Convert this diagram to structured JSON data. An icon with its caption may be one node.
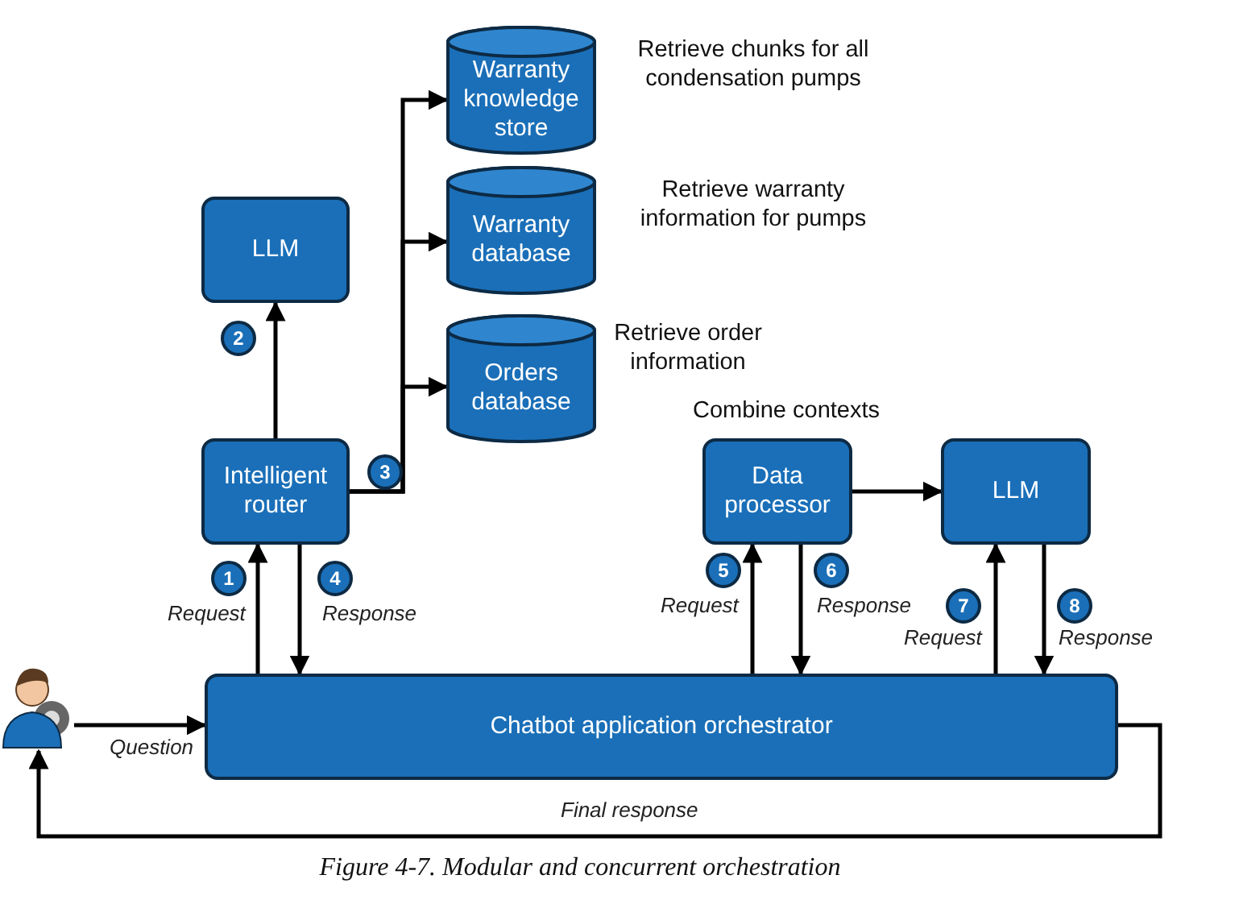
{
  "diagram": {
    "caption": "Figure 4-7. Modular and concurrent orchestration",
    "nodes": [
      {
        "text": [],
        "shape": "person"
      },
      {
        "text": [
          "LLM"
        ]
      },
      {
        "text": [
          "Intelligent router"
        ]
      },
      {
        "text": [
          "Warranty knowledge store"
        ],
        "beside": [
          "Retrieve chunks for all condensation pumps"
        ]
      },
      {
        "text": [
          "Warranty database"
        ],
        "beside": [
          "Retrieve warranty information for pumps"
        ]
      },
      {
        "text": [
          "Orders database"
        ],
        "beside": [
          "Retrieve order information"
        ]
      },
      {
        "text": [
          "Data processor"
        ],
        "beside": [
          "Combine contexts"
        ]
      },
      {
        "text": [
          "LLM"
        ]
      },
      {
        "text": [
          "Chatbot application orchestrator"
        ]
      }
    ],
    "edges": [
      {
        "from": 0,
        "to": 8,
        "arrow": "to",
        "label": "Question"
      },
      {
        "from": 8,
        "to": 2,
        "arrow": "to",
        "label": "Request"
      },
      {
        "from": 2,
        "to": 1,
        "arrow": "to"
      },
      {
        "from": 2,
        "to": 3,
        "arrow": "to"
      },
      {
        "from": 2,
        "to": 4,
        "arrow": "to"
      },
      {
        "from": 2,
        "to": 5,
        "arrow": "to"
      },
      {
        "from": 2,
        "to": 8,
        "arrow": "to",
        "label": "Response"
      },
      {
        "from": 8,
        "to": 6,
        "arrow": "to",
        "label": "Request"
      },
      {
        "from": 6,
        "to": 8,
        "arrow": "to",
        "label": "Response"
      },
      {
        "from": 6,
        "to": 7,
        "arrow": "to"
      },
      {
        "from": 8,
        "to": 7,
        "arrow": "to",
        "label": "Request"
      },
      {
        "from": 7,
        "to": 8,
        "arrow": "to",
        "label": "Response"
      },
      {
        "from": 8,
        "to": 0,
        "arrow": "to",
        "label": "Final response"
      }
    ],
    "labels": [
      "1",
      "2",
      "3",
      "4",
      "5",
      "6",
      "7",
      "8"
    ]
  }
}
